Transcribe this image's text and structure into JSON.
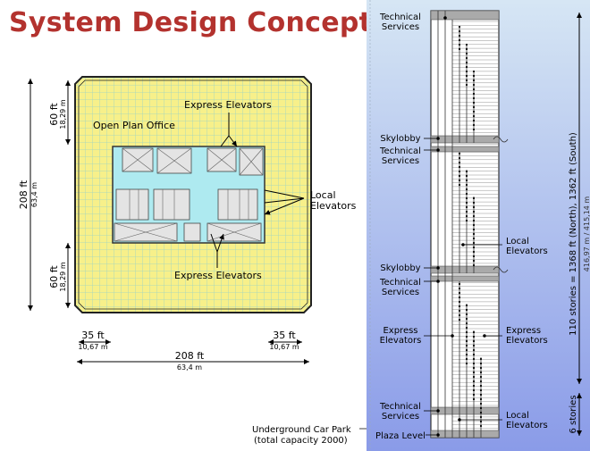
{
  "title": "System Design Concept",
  "colors": {
    "title": "#b3322e",
    "floor": "#f7f08a",
    "core": "#aeeaf0",
    "gradient_top": "#cfe0f0",
    "gradient_bottom": "#8a9be8"
  },
  "plan": {
    "open_plan_label": "Open Plan Office",
    "express_top": "Express Elevators",
    "express_bottom": "Express Elevators",
    "local_line1": "Local",
    "local_line2": "Elevators",
    "dim_208_ft": "208 ft",
    "dim_208_m": "63,4 m",
    "dim_60_ft": "60 ft",
    "dim_60_m": "18,29 m",
    "dim_35_ft": "35 ft",
    "dim_35_m": "10,67 m"
  },
  "section": {
    "technical_line1": "Technical",
    "technical_line2": "Services",
    "skylobby": "Skylobby",
    "local_line1": "Local",
    "local_line2": "Elevators",
    "express_line1": "Express",
    "express_line2": "Elevators",
    "car_park_line1": "Underground Car Park",
    "car_park_line2": "(total capacity 2000)",
    "plaza": "Plaza Level",
    "stories_label": "110 stories = 1368 ft (North), 1362 ft (South)",
    "stories_m": "416,97 m / 415,14 m",
    "six_stories": "6 stories"
  }
}
